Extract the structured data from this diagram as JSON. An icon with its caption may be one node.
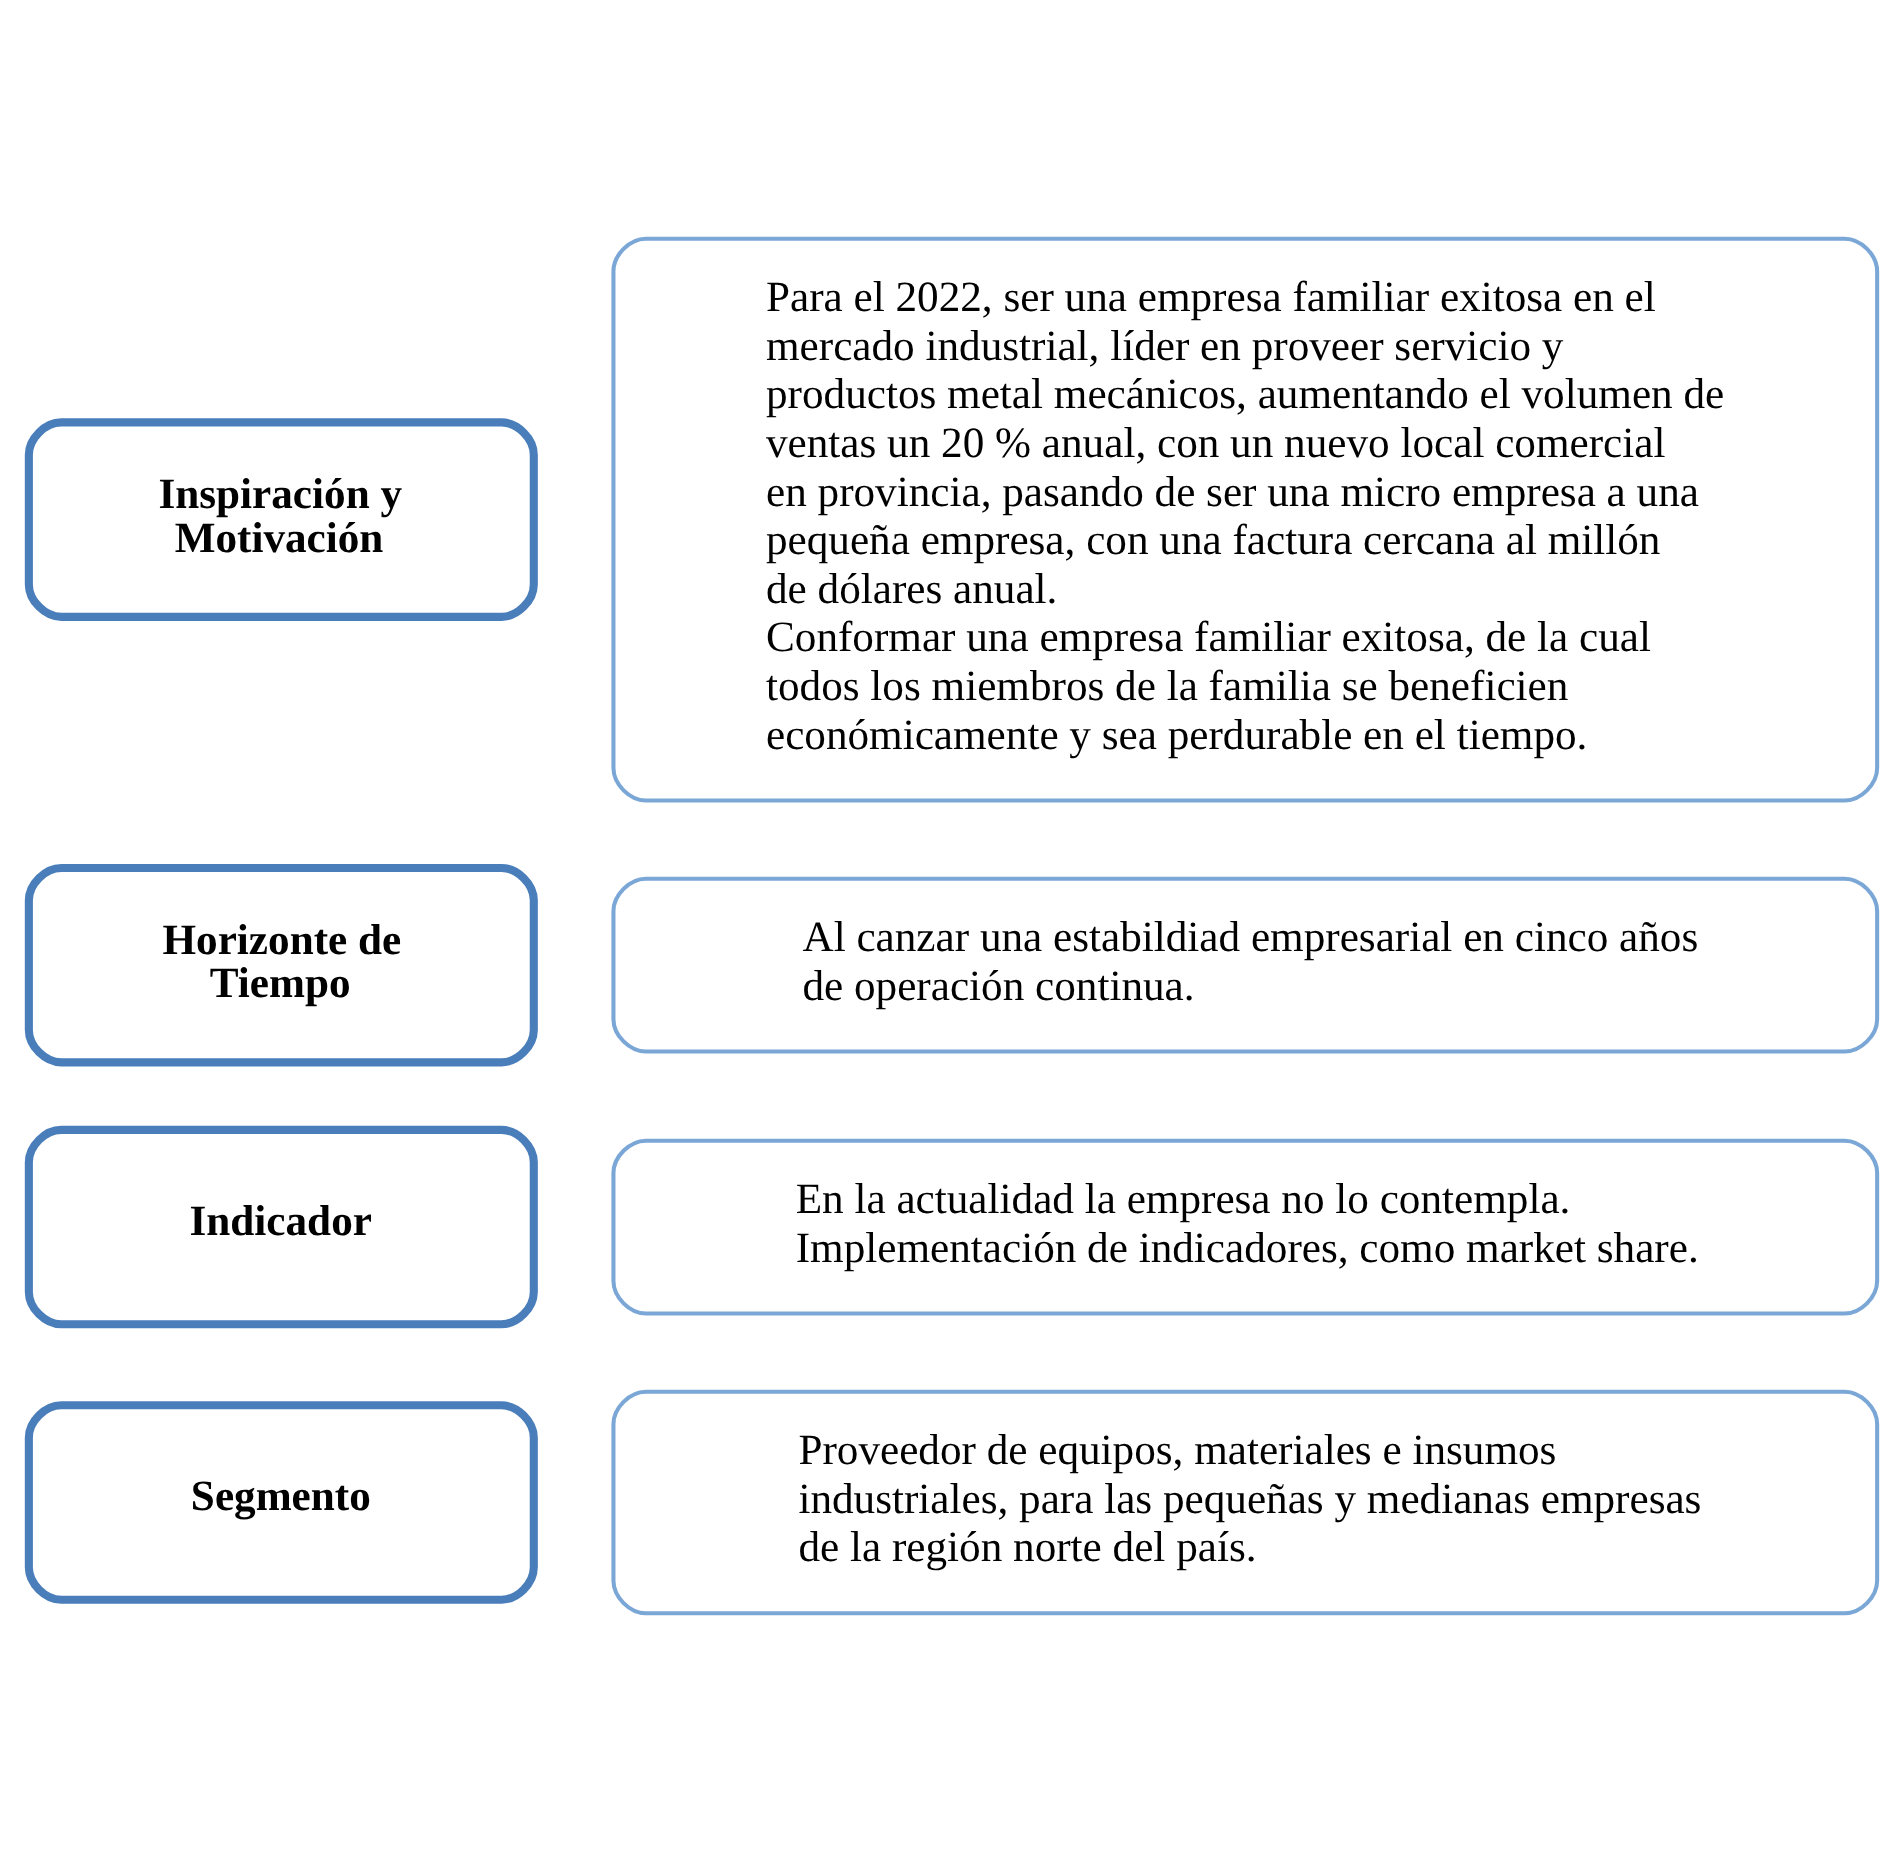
{
  "diagram": {
    "nodes": [
      {
        "text": [
          "Inspiración y Motivación"
        ]
      },
      {
        "text": [
          "Para el 2022, ser una empresa familiar exitosa en el mercado industrial, líder en proveer servicio y productos metal mecánicos, aumentando el volumen de ventas un 20 % anual, con un nuevo local comercial en provincia, pasando de ser una micro empresa a una pequeña empresa, con una factura cercana al millón de dólares anual.",
          "Conformar una empresa familiar exitosa, de la cual todos los miembros de la familia se beneficien económicamente y sea perdurable en el tiempo."
        ]
      },
      {
        "text": [
          "Horizonte de Tiempo"
        ]
      },
      {
        "text": [
          "Al canzar una estabildiad empresarial en cinco años de operación continua."
        ]
      },
      {
        "text": [
          "Indicador"
        ]
      },
      {
        "text": [
          "En la actualidad la empresa no lo contempla.",
          "Implementación de indicadores, como market share."
        ]
      },
      {
        "text": [
          "Segmento"
        ]
      },
      {
        "text": [
          "Proveedor de equipos, materiales e insumos industriales, para las pequeñas y medianas empresas de la región norte del país."
        ]
      }
    ],
    "edges": []
  }
}
